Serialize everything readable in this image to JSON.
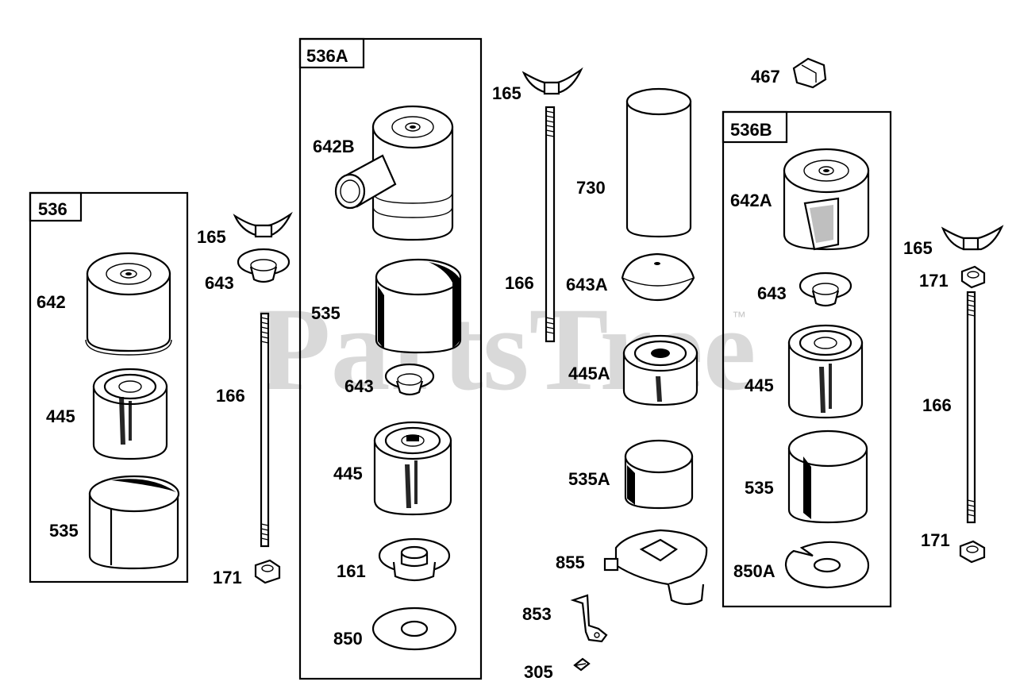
{
  "watermark": {
    "text": "PartsTree",
    "trademark": "™"
  },
  "groups": [
    {
      "id": "536",
      "label": "536"
    },
    {
      "id": "536A",
      "label": "536A"
    },
    {
      "id": "536B",
      "label": "536B"
    }
  ],
  "callouts": {
    "c165_a": "165",
    "c643_a": "643",
    "c642": "642",
    "c166_a": "166",
    "c445_a": "445",
    "c535_a": "535",
    "c171_a": "171",
    "c642B": "642B",
    "c535_b": "535",
    "c643_b": "643",
    "c445_b": "445",
    "c161": "161",
    "c850": "850",
    "c165_b": "165",
    "c166_b": "166",
    "c730": "730",
    "c643A": "643A",
    "c445A": "445A",
    "c535A": "535A",
    "c855": "855",
    "c853": "853",
    "c305": "305",
    "c467": "467",
    "c642A": "642A",
    "c643_c": "643",
    "c445_c": "445",
    "c535_c": "535",
    "c850A": "850A",
    "c165_c": "165",
    "c171_b": "171",
    "c166_c": "166",
    "c171_c": "171"
  }
}
